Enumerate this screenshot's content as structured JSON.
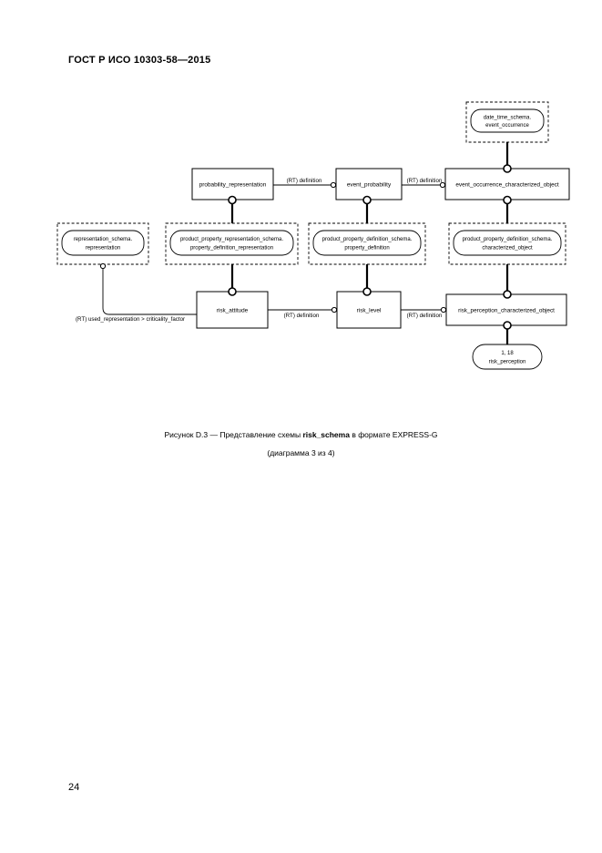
{
  "document": {
    "header": "ГОСТ Р ИСО 10303-58—2015",
    "page_number": "24"
  },
  "figure": {
    "caption_prefix": "Рисунок  D.3 — Представление схемы ",
    "caption_schema_name": "risk_schema",
    "caption_suffix": " в формате EXPRESS-G",
    "caption_line2": "(диаграмма 3 из 4)",
    "type": "EXPRESS-G schema diagram"
  },
  "diagram": {
    "nodes": {
      "date_time_schema": {
        "line1": "date_time_schema.",
        "line2": "event_occurrence",
        "shape": "rounded-in-dashed"
      },
      "probability_representation": {
        "label": "probability_representation",
        "shape": "rectangle"
      },
      "event_probability": {
        "label": "event_probability",
        "shape": "rectangle"
      },
      "event_occurrence_characterized_object": {
        "label": "event_occurrence_characterized_object",
        "shape": "rectangle"
      },
      "representation_schema": {
        "line1": "representation_schema.",
        "line2": "representation",
        "shape": "rounded-in-dashed"
      },
      "product_property_representation_schema": {
        "line1": "product_property_representation_schema.",
        "line2": "property_definition_representation",
        "shape": "rounded-in-dashed"
      },
      "product_property_definition_schema_property_definition": {
        "line1": "product_property_definition_schema.",
        "line2": "property_definition",
        "shape": "rounded-in-dashed"
      },
      "product_property_definition_schema_characterized_object": {
        "line1": "product_property_definition_schema.",
        "line2": "characterized_object",
        "shape": "rounded-in-dashed"
      },
      "risk_attitude": {
        "label": "risk_attitude",
        "shape": "rectangle"
      },
      "risk_level": {
        "label": "risk_level",
        "shape": "rectangle"
      },
      "risk_perception_characterized_object": {
        "label": "risk_perception_characterized_object",
        "shape": "rectangle"
      },
      "risk_perception_page_ref": {
        "line1": "1, 18",
        "line2": "risk_perception",
        "shape": "oval"
      }
    },
    "edge_labels": {
      "prob_rep_to_event_prob": "(RT) definition",
      "event_prob_to_event_occ": "(RT) definition",
      "risk_attitude_to_risk_level": "(RT) definition",
      "risk_level_to_risk_perception": "(RT) definition",
      "representation_to_risk_attitude": "(RT) used_representation > criticality_factor"
    }
  }
}
